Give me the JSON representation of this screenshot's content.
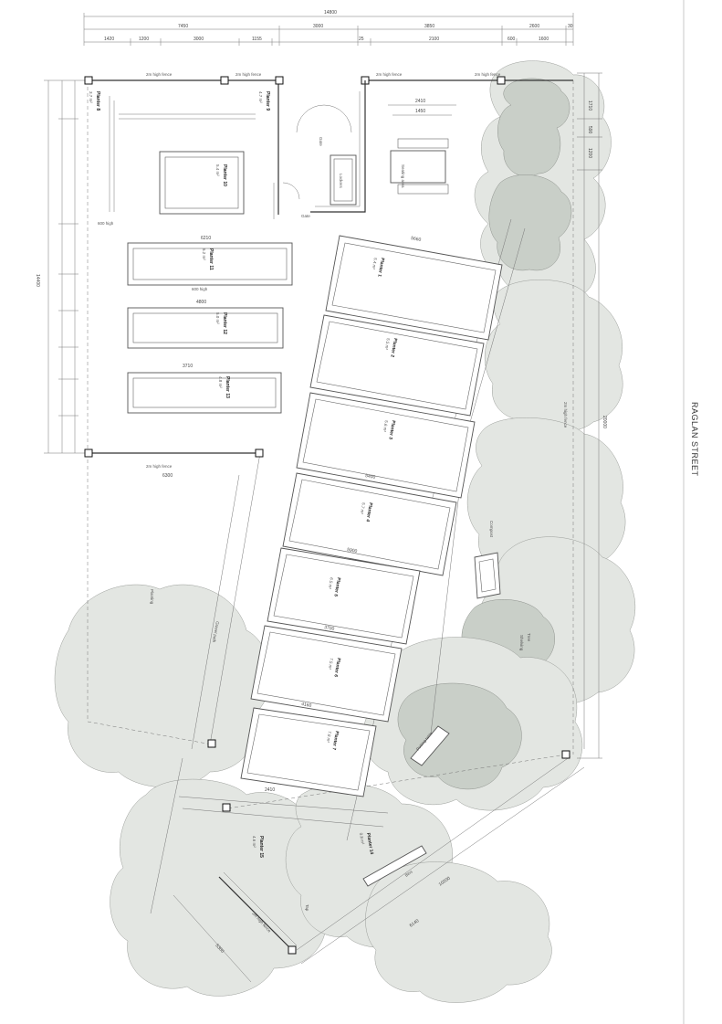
{
  "street_name": "RAGLAN STREET",
  "top_dimensions": {
    "overall": "14800",
    "segments": [
      "7450",
      "3000",
      "3850",
      "2600",
      "30"
    ],
    "subsegments": [
      "1420",
      "1200",
      "3000",
      "1155",
      "25",
      "2100",
      "600",
      "1600"
    ]
  },
  "side_dimensions": {
    "overall_left": "14400",
    "overall_right": "20000",
    "right_segments": [
      "1710",
      "590",
      "1200"
    ]
  },
  "fences": {
    "top_left": "2m high fence",
    "top_mid": "2m high fence",
    "top_right_a": "2m high fence",
    "top_right_b": "2m high fence",
    "mid": "2m high fence",
    "right": "2m high fence",
    "lower": "2m high fence"
  },
  "planters": [
    {
      "name": "Planter 1",
      "area": "5.4 m²"
    },
    {
      "name": "Planter 2",
      "area": "5.5 m²"
    },
    {
      "name": "Planter 3",
      "area": "5.6 m²"
    },
    {
      "name": "Planter 4",
      "area": "5.7 m²"
    },
    {
      "name": "Planter 5",
      "area": "6.5 m²"
    },
    {
      "name": "Planter 6",
      "area": "7.5 m²"
    },
    {
      "name": "Planter 7",
      "area": "7.8 m²"
    },
    {
      "name": "Planter 8",
      "area": "3.7 m²"
    },
    {
      "name": "Planter 9",
      "area": "4.7 m²"
    },
    {
      "name": "Planter 10",
      "area": "5.4 m²"
    },
    {
      "name": "Planter 11",
      "area": "5.2 m²"
    },
    {
      "name": "Planter 12",
      "area": "5.0 m²"
    },
    {
      "name": "Planter 13",
      "area": "4.8 m²"
    },
    {
      "name": "Planter 14",
      "area": "0.8 m²"
    },
    {
      "name": "Planter 15",
      "area": "4.6 m²"
    }
  ],
  "labels": {
    "shed": "Lockers",
    "bench": "Seating area",
    "gate": "Gate",
    "gate2": "Gate",
    "compost": "Compost",
    "table": "Potting table",
    "shelf": "Shelving",
    "tap": "Tap",
    "bins": "Bins",
    "path": "Gravel path",
    "garden": "Planting",
    "tree": "Tree",
    "height_a": "600 high",
    "height_b": "600 high",
    "width_a": "6210",
    "width_b": "4800",
    "width_c": "3710",
    "width_d": "2410",
    "width_e": "1450",
    "planter_w": "5660",
    "planter_w2": "5400",
    "planter_w3": "5900",
    "planter_w4": "3700",
    "planter_w5": "4160",
    "planter_w6": "2410",
    "base": "6300",
    "diag_a": "6140",
    "diag_b": "10200",
    "diag_c": "5300"
  }
}
